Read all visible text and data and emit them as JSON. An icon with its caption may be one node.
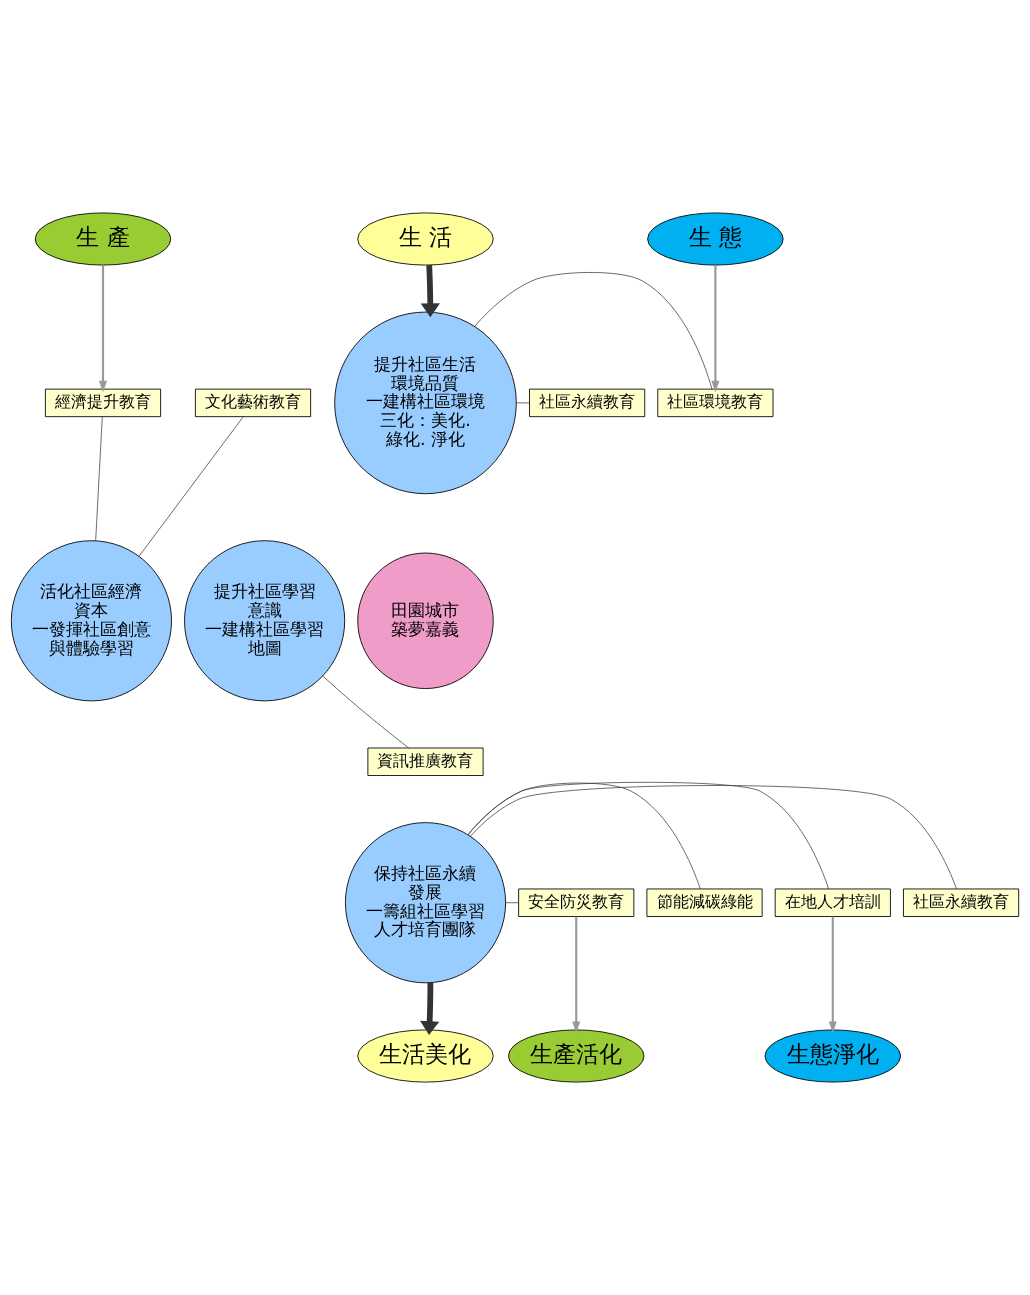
{
  "diagram": {
    "nodes": [
      {
        "text": [
          "生 產"
        ]
      },
      {
        "text": [
          "生 活"
        ]
      },
      {
        "text": [
          "生 態"
        ]
      },
      {
        "text": [
          "經濟提升教育"
        ]
      },
      {
        "text": [
          "文化藝術教育"
        ]
      },
      {
        "text": [
          "提升社區生活環境品質",
          "一建構社區環境三化：美化. 綠化. 淨化"
        ]
      },
      {
        "text": [
          "社區環境教育"
        ]
      },
      {
        "text": [
          "社區永續教育"
        ]
      },
      {
        "text": [
          "活化社區經濟資本",
          "一發揮社區創意與體驗學習"
        ]
      },
      {
        "text": [
          "田園城市築夢嘉義"
        ]
      },
      {
        "text": [
          "提升社區學習意識",
          "一建構社區學習地圖"
        ]
      },
      {
        "text": [
          "資訊推廣教育"
        ]
      },
      {
        "text": [
          "保持社區永續發展",
          "一籌組社區學習人才培育團隊"
        ]
      },
      {
        "text": [
          "社區永續教育"
        ]
      },
      {
        "text": [
          "在地人才培訓"
        ]
      },
      {
        "text": [
          "節能減碳綠能"
        ]
      },
      {
        "text": [
          "安全防災教育"
        ]
      },
      {
        "text": [
          "生態淨化"
        ]
      },
      {
        "text": [
          "生活美化"
        ]
      },
      {
        "text": [
          "生產活化"
        ]
      }
    ],
    "edges": [
      {
        "from": 0,
        "to": 3,
        "arrow": "to",
        "color": "#999999"
      },
      {
        "from": 1,
        "to": 5,
        "arrow": "to",
        "style": "thick"
      },
      {
        "from": 2,
        "to": 6,
        "arrow": "to",
        "color": "#999999"
      },
      {
        "from": 8,
        "to": 3,
        "arrow": "none"
      },
      {
        "from": 8,
        "to": 4,
        "arrow": "none"
      },
      {
        "from": 5,
        "to": 6,
        "arrow": "none"
      },
      {
        "from": 5,
        "to": 7,
        "arrow": "none"
      },
      {
        "from": 10,
        "to": 11,
        "arrow": "none"
      },
      {
        "from": 12,
        "to": 13,
        "arrow": "none"
      },
      {
        "from": 12,
        "to": 14,
        "arrow": "none"
      },
      {
        "from": 12,
        "to": 15,
        "arrow": "none"
      },
      {
        "from": 12,
        "to": 16,
        "arrow": "none"
      },
      {
        "from": 14,
        "to": 17,
        "arrow": "to",
        "color": "#999999"
      },
      {
        "from": 12,
        "to": 18,
        "arrow": "to",
        "style": "thick"
      },
      {
        "from": 16,
        "to": 19,
        "arrow": "to",
        "color": "#999999"
      }
    ]
  }
}
